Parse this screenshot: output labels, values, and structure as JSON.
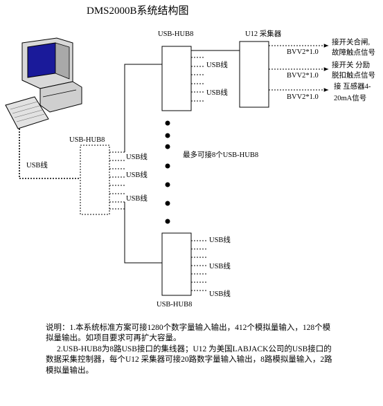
{
  "title": "DMS2000B系统结构图",
  "labels": {
    "hub_left": "USB-HUB8",
    "hub_top": "USB-HUB8",
    "hub_bottom": "USB-HUB8",
    "usb_pc": "USB线",
    "usb": "USB线",
    "u12": "U12 采集器",
    "max_hubs": "最多可接8个USB-HUB8"
  },
  "signals": [
    {
      "cable": "BVV2*1.0",
      "line1": "接开关合闸,",
      "line2": "故障触点信号"
    },
    {
      "cable": "BVV2*1.0",
      "line1": "接开关 分励",
      "line2": "脱扣触点信号"
    },
    {
      "cable": "BVV2*1.0",
      "line1": "接 互感器4-",
      "line2": "20mA信号"
    }
  ],
  "notes": {
    "p1": "说明：1.本系统标准方案可接1280个数字量输入输出，412个模拟量输入，128个模拟量输出。如项目要求可再扩大容量。",
    "p2": "2.USB-HUB8为8路USB接口的集线器；U12 为美国LABJACK公司的USB接口的数据采集控制器，每个U12 采集器可接20路数字量输入输出，8路模拟量输入，2路模拟量输出。"
  }
}
